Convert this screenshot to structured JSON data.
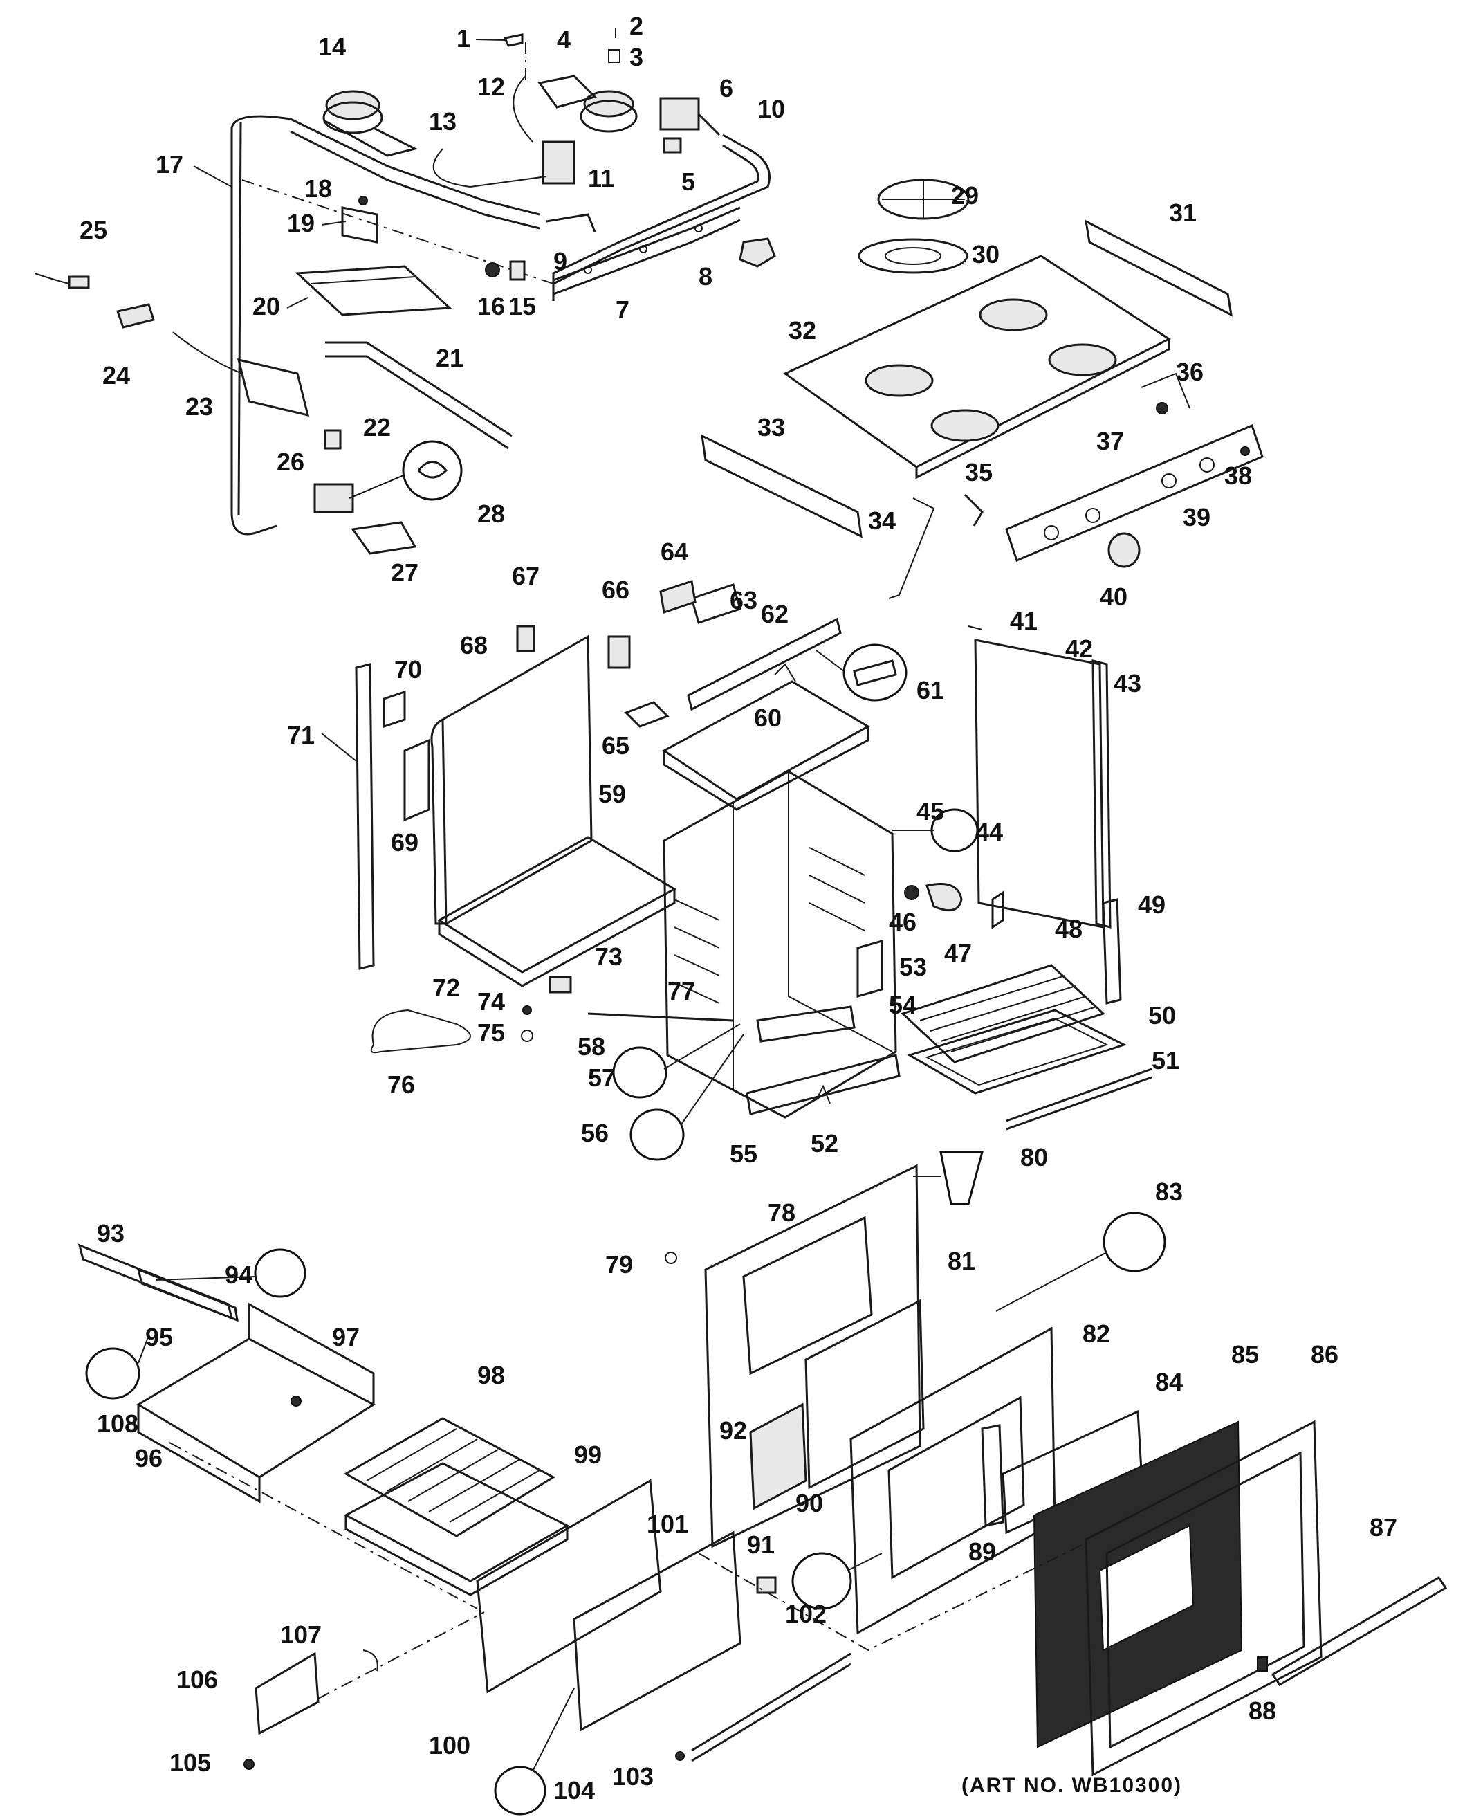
{
  "diagram": {
    "art_number": "(ART NO. WB10300)",
    "labels": [
      "1",
      "2",
      "3",
      "4",
      "5",
      "6",
      "7",
      "8",
      "9",
      "10",
      "11",
      "12",
      "13",
      "14",
      "15",
      "16",
      "17",
      "18",
      "19",
      "20",
      "21",
      "22",
      "23",
      "24",
      "25",
      "26",
      "27",
      "28",
      "29",
      "30",
      "31",
      "32",
      "33",
      "34",
      "35",
      "36",
      "37",
      "38",
      "39",
      "40",
      "41",
      "42",
      "43",
      "44",
      "45",
      "46",
      "47",
      "48",
      "49",
      "50",
      "51",
      "52",
      "53",
      "54",
      "55",
      "56",
      "57",
      "58",
      "59",
      "60",
      "61",
      "62",
      "63",
      "64",
      "65",
      "66",
      "67",
      "68",
      "69",
      "70",
      "71",
      "72",
      "73",
      "74",
      "75",
      "76",
      "77",
      "78",
      "79",
      "80",
      "81",
      "82",
      "83",
      "84",
      "85",
      "86",
      "87",
      "88",
      "89",
      "90",
      "91",
      "92",
      "93",
      "94",
      "95",
      "96",
      "97",
      "98",
      "99",
      "100",
      "101",
      "102",
      "103",
      "104",
      "105",
      "106",
      "107",
      "108"
    ]
  }
}
